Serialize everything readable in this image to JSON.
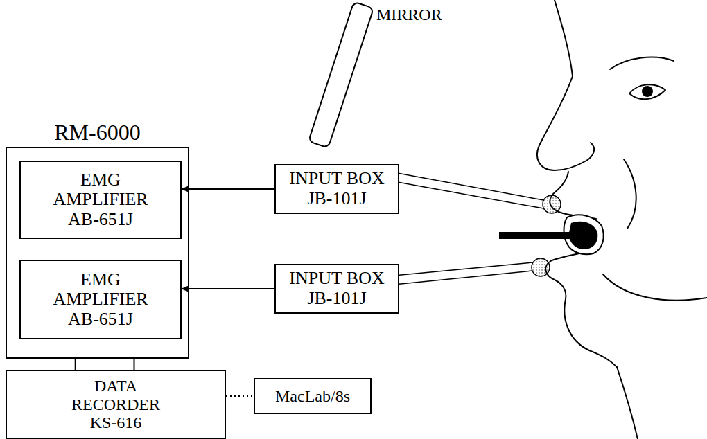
{
  "diagram": {
    "nodes": [
      {
        "text": [
          "RM-6000"
        ]
      },
      {
        "text": [
          "EMG AMPLIFIER AB-651J"
        ],
        "in": 0
      },
      {
        "text": [
          "EMG AMPLIFIER AB-651J"
        ],
        "in": 0
      },
      {
        "text": [
          "INPUT BOX JB-101J"
        ]
      },
      {
        "text": [
          "INPUT BOX JB-101J"
        ]
      },
      {
        "text": [
          "DATA RECORDER KS-616"
        ]
      },
      {
        "text": [
          "MacLab/8s"
        ]
      }
    ],
    "edges": [
      {
        "from": 3,
        "to": 1,
        "arrow": "to"
      },
      {
        "from": 4,
        "to": 2,
        "arrow": "to"
      },
      {
        "from": 0,
        "to": 5,
        "arrow": "none"
      },
      {
        "from": 0,
        "to": 5,
        "arrow": "none"
      },
      {
        "from": 5,
        "to": 6,
        "arrow": "none"
      }
    ],
    "labels": [
      "MIRROR"
    ]
  }
}
